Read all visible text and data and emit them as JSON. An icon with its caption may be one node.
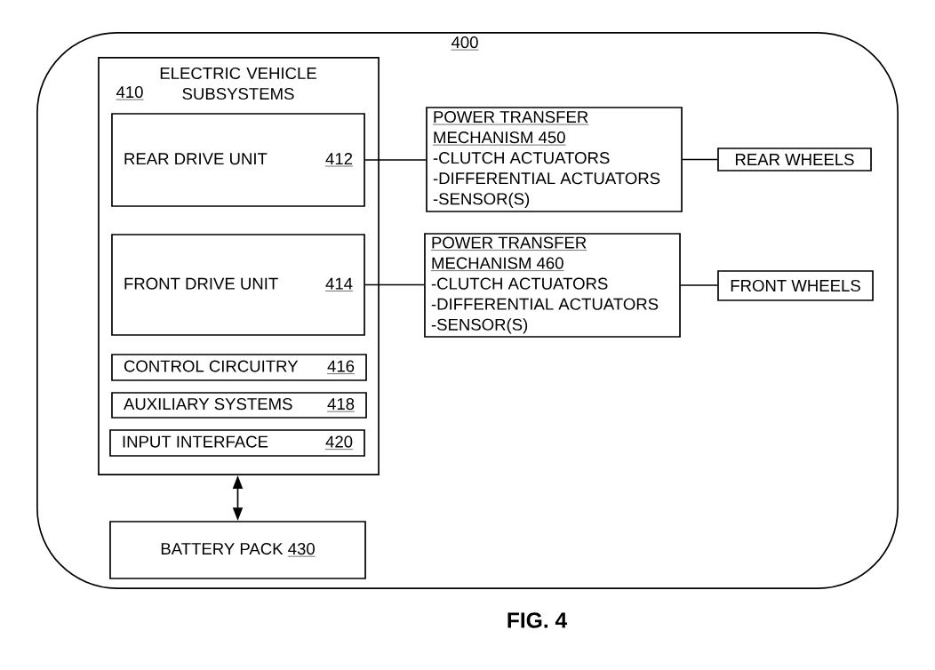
{
  "diagram": {
    "caption": "FIG. 4",
    "nodes": [
      {
        "text": [
          "400"
        ]
      },
      {
        "text": [
          "410",
          "ELECTRIC VEHICLE SUBSYSTEMS"
        ],
        "in": 0
      },
      {
        "text": [
          "REAR DRIVE UNIT",
          "412"
        ],
        "in": 1
      },
      {
        "text": [
          "FRONT DRIVE UNIT",
          "414"
        ],
        "in": 1
      },
      {
        "text": [
          "CONTROL CIRCUITRY",
          "416"
        ],
        "in": 1
      },
      {
        "text": [
          "AUXILIARY SYSTEMS",
          "418"
        ],
        "in": 1
      },
      {
        "text": [
          "INPUT INTERFACE",
          "420"
        ],
        "in": 1
      },
      {
        "text": [
          "BATTERY PACK",
          "430"
        ],
        "in": 0
      },
      {
        "text": [
          "POWER TRANSFER MECHANISM 450",
          "-CLUTCH ACTUATORS",
          "-DIFFERENTIAL ACTUATORS",
          "-SENSOR(S)"
        ],
        "in": 0
      },
      {
        "text": [
          "POWER TRANSFER MECHANISM 460",
          "-CLUTCH ACTUATORS",
          "-DIFFERENTIAL ACTUATORS",
          "-SENSOR(S)"
        ],
        "in": 0
      },
      {
        "text": [
          "REAR WHEELS"
        ],
        "in": 0
      },
      {
        "text": [
          "FRONT WHEELS"
        ],
        "in": 0
      }
    ],
    "edges": [
      {
        "from": 2,
        "to": 8,
        "arrow": "none"
      },
      {
        "from": 8,
        "to": 10,
        "arrow": "none"
      },
      {
        "from": 3,
        "to": 9,
        "arrow": "none"
      },
      {
        "from": 9,
        "to": 11,
        "arrow": "none"
      },
      {
        "from": 1,
        "to": 7,
        "arrow": "both"
      }
    ]
  }
}
